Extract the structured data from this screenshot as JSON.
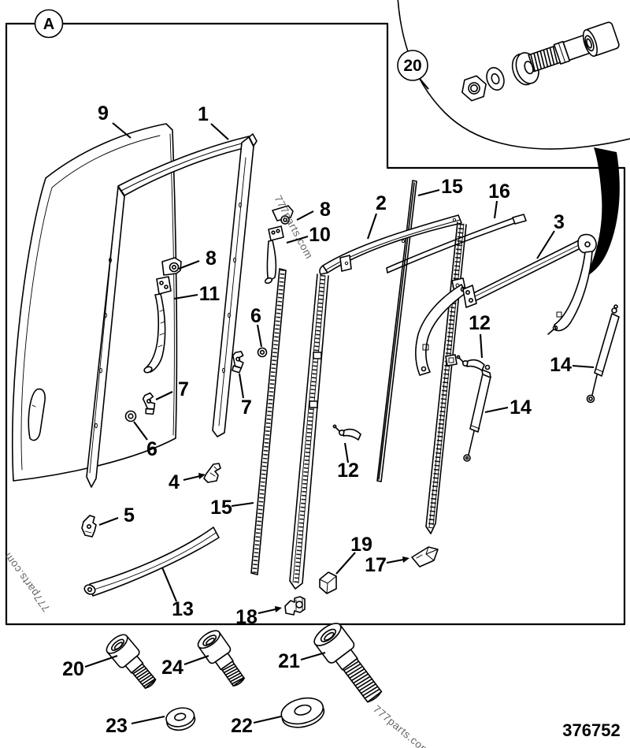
{
  "figure": {
    "background": "#ffffff",
    "ink": "#000000",
    "detail_marker": "A",
    "doc_number": "376752",
    "watermark_text": "777parts.com"
  },
  "callouts": [
    {
      "id": "9",
      "text": "9"
    },
    {
      "id": "1",
      "text": "1"
    },
    {
      "id": "8-center",
      "text": "8"
    },
    {
      "id": "10",
      "text": "10"
    },
    {
      "id": "8-left",
      "text": "8"
    },
    {
      "id": "11",
      "text": "11"
    },
    {
      "id": "2",
      "text": "2"
    },
    {
      "id": "15-top",
      "text": "15"
    },
    {
      "id": "16",
      "text": "16"
    },
    {
      "id": "3",
      "text": "3"
    },
    {
      "id": "6-right",
      "text": "6"
    },
    {
      "id": "7-left",
      "text": "7"
    },
    {
      "id": "7-right",
      "text": "7"
    },
    {
      "id": "6-left",
      "text": "6"
    },
    {
      "id": "4",
      "text": "4"
    },
    {
      "id": "5",
      "text": "5"
    },
    {
      "id": "15-left",
      "text": "15"
    },
    {
      "id": "12-left",
      "text": "12"
    },
    {
      "id": "12-right",
      "text": "12"
    },
    {
      "id": "14-center",
      "text": "14"
    },
    {
      "id": "14-right",
      "text": "14"
    },
    {
      "id": "13",
      "text": "13"
    },
    {
      "id": "18",
      "text": "18"
    },
    {
      "id": "19",
      "text": "19"
    },
    {
      "id": "17",
      "text": "17"
    },
    {
      "id": "20-bottom",
      "text": "20"
    },
    {
      "id": "24",
      "text": "24"
    },
    {
      "id": "21",
      "text": "21"
    },
    {
      "id": "23",
      "text": "23"
    },
    {
      "id": "22",
      "text": "22"
    },
    {
      "id": "20-detail",
      "text": "20"
    }
  ]
}
